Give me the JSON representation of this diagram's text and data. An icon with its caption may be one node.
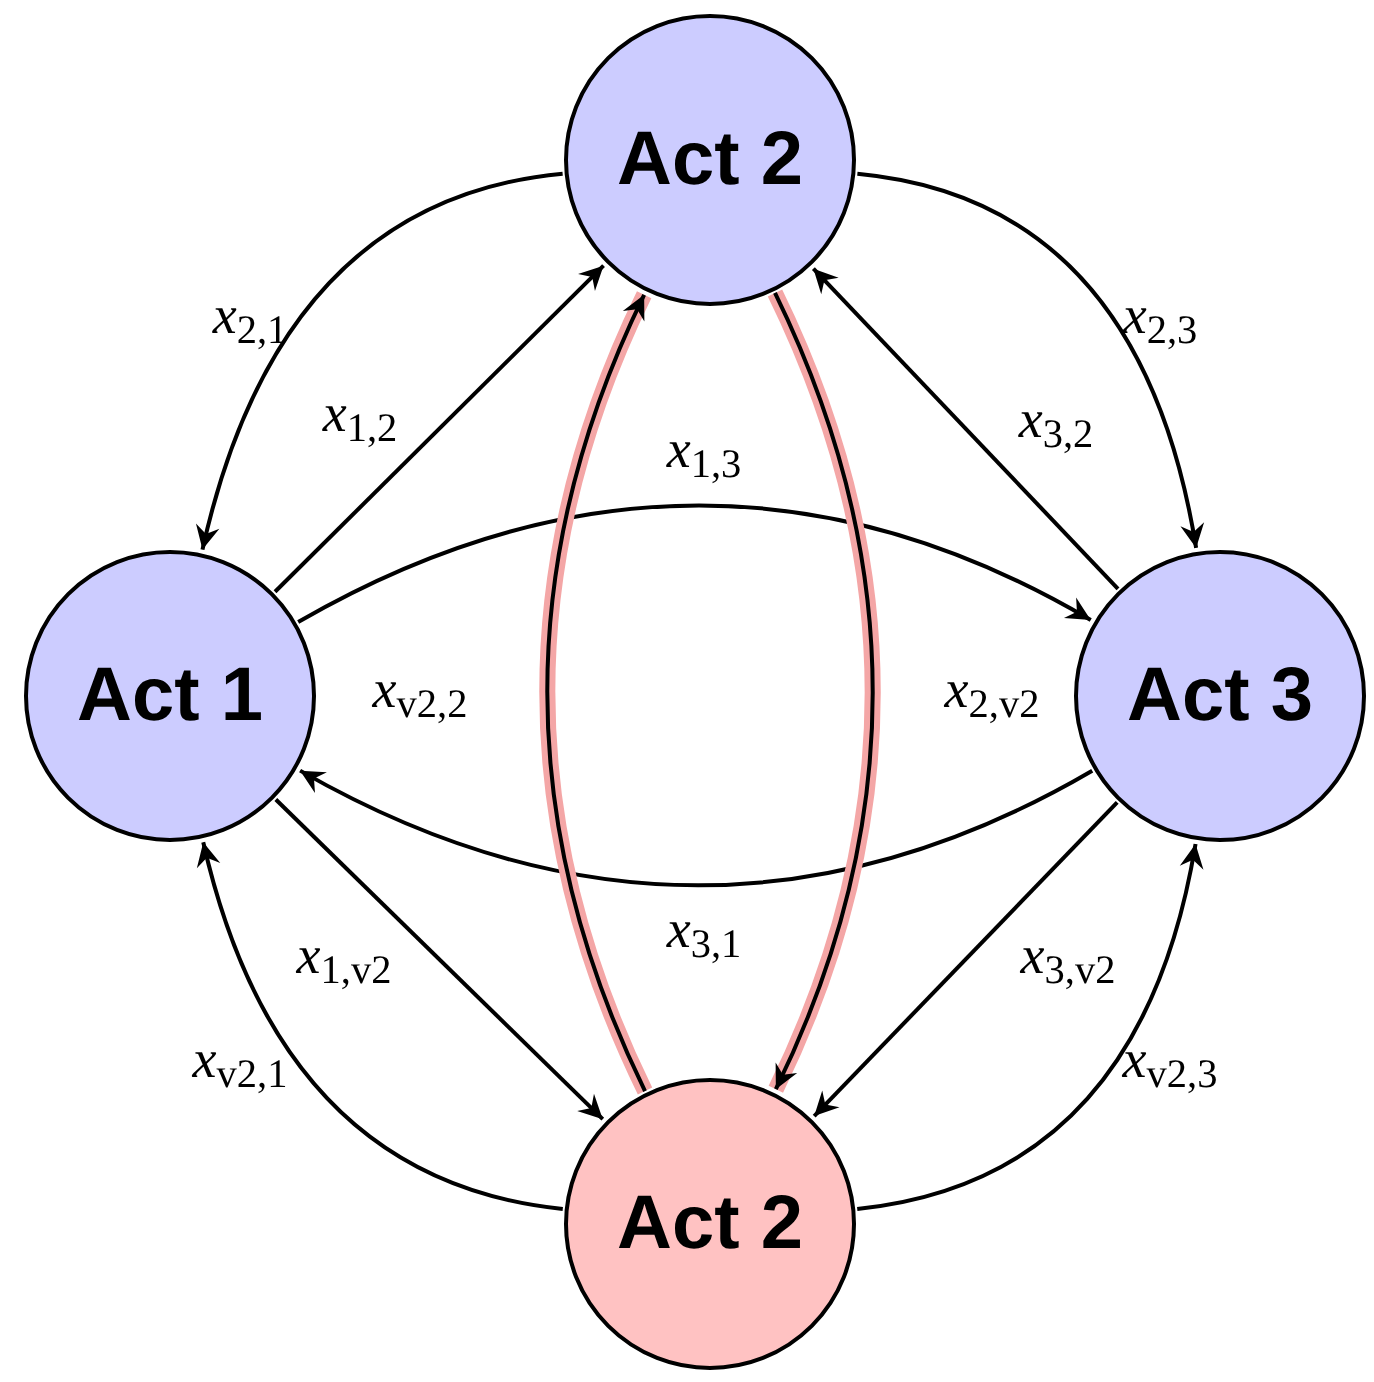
{
  "diagram": {
    "nodes": [
      {
        "text": [
          "Act 2"
        ]
      },
      {
        "text": [
          "Act 1"
        ]
      },
      {
        "text": [
          "Act 3"
        ]
      },
      {
        "text": [
          "Act 2"
        ]
      }
    ],
    "edges": [
      {
        "from": 0,
        "to": 1,
        "arrow": "to",
        "label": "*x*$_{2,1}$"
      },
      {
        "from": 1,
        "to": 0,
        "arrow": "to",
        "label": "*x*$_{1,2}$"
      },
      {
        "from": 0,
        "to": 2,
        "arrow": "to",
        "label": "*x*$_{2,3}$"
      },
      {
        "from": 2,
        "to": 0,
        "arrow": "to",
        "label": "*x*$_{3,2}$"
      },
      {
        "from": 1,
        "to": 2,
        "arrow": "to",
        "label": "*x*$_{1,3}$"
      },
      {
        "from": 2,
        "to": 1,
        "arrow": "to",
        "label": "*x*$_{3,1}$"
      },
      {
        "from": 3,
        "to": 0,
        "arrow": "to",
        "label": "*x*$_{v2,2}$",
        "style": "thick",
        "color": "#f4a6a6"
      },
      {
        "from": 0,
        "to": 3,
        "arrow": "to",
        "label": "*x*$_{2,v2}$",
        "style": "thick",
        "color": "#f4a6a6"
      },
      {
        "from": 1,
        "to": 3,
        "arrow": "to",
        "label": "*x*$_{1,v2}$"
      },
      {
        "from": 3,
        "to": 1,
        "arrow": "to",
        "label": "*x*$_{v2,1}$"
      },
      {
        "from": 2,
        "to": 3,
        "arrow": "to",
        "label": "*x*$_{3,v2}$"
      },
      {
        "from": 3,
        "to": 2,
        "arrow": "to",
        "label": "*x*$_{v2,3}$"
      }
    ]
  }
}
